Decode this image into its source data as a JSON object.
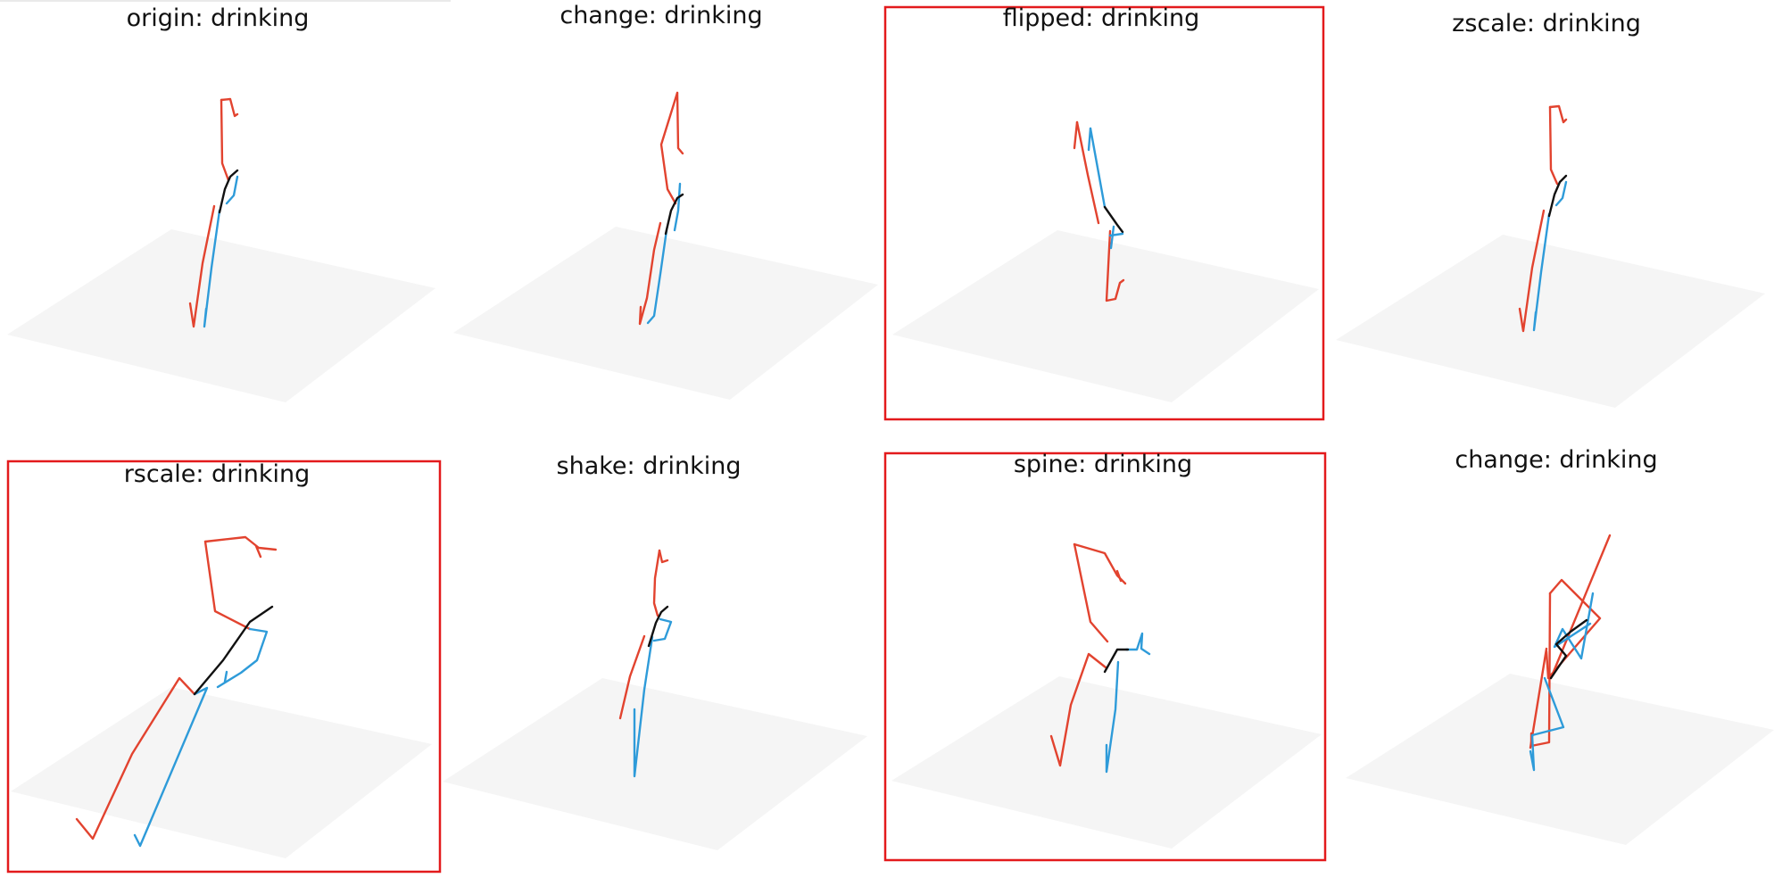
{
  "colors": {
    "left_limb": "#e2432f",
    "right_limb": "#2e9bd9",
    "spine": "#111111",
    "ground": "#f5f5f5",
    "highlight_frame": "#e31a1c"
  },
  "panels": [
    {
      "title": "origin: drinking",
      "highlighted": false
    },
    {
      "title": "change: drinking",
      "highlighted": false
    },
    {
      "title": "flipped: drinking",
      "highlighted": true
    },
    {
      "title": "zscale: drinking",
      "highlighted": false
    },
    {
      "title": "rscale: drinking",
      "highlighted": true
    },
    {
      "title": "shake: drinking",
      "highlighted": false
    },
    {
      "title": "spine: drinking",
      "highlighted": true
    },
    {
      "title": "change: drinking",
      "highlighted": false
    }
  ]
}
